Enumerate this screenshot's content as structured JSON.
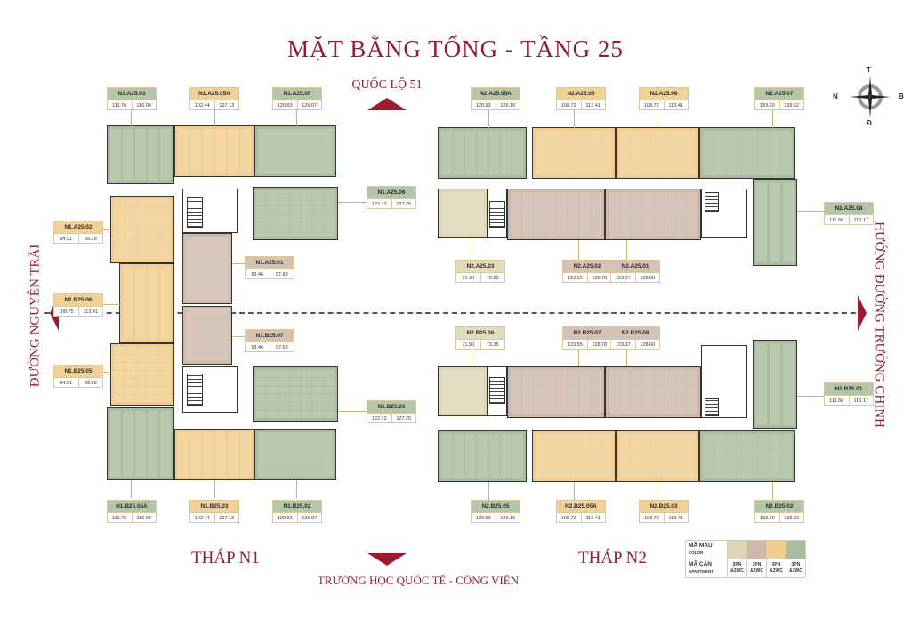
{
  "title": "MẶT BẰNG TỔNG - TẦNG 25",
  "roads": {
    "top": "QUỐC LỘ 51",
    "bottom": "TRƯỜNG HỌC QUỐC TẾ - CÔNG VIÊN",
    "left": "ĐƯỜNG NGUYỄN TRÃI",
    "right": "HƯỚNG ĐƯỜNG TRƯỜNG CHINH"
  },
  "towers": {
    "n1": "THÁP N1",
    "n2": "THÁP N2"
  },
  "compass": {
    "north": "T",
    "south": "Đ",
    "west": "N",
    "east": "B"
  },
  "colors": {
    "green": "#a9bd9e",
    "orange": "#f0cc8e",
    "brown": "#cdb8a9",
    "beige": "#ddd5b3",
    "accent": "#8e1f35"
  },
  "legend": {
    "color_label": "MÃ MÀU",
    "color_sub": "COLOR",
    "apt_label": "MÃ CĂN",
    "apt_sub": "APARTMENT",
    "types": [
      {
        "color": "beige",
        "label": "2PN &2WC"
      },
      {
        "color": "brown",
        "label": "3PN &2WC"
      },
      {
        "color": "orange",
        "label": "3PN &2WC"
      },
      {
        "color": "green",
        "label": "3PN &2WC"
      }
    ]
  },
  "units": [
    {
      "code": "N1.A25.03",
      "a": "111.76",
      "b": "116.04",
      "color": "green"
    },
    {
      "code": "N1.A25.05A",
      "a": "102.44",
      "b": "107.13",
      "color": "orange"
    },
    {
      "code": "N1.A25.05",
      "a": "120.93",
      "b": "126.07",
      "color": "green"
    },
    {
      "code": "N1.A25.06",
      "a": "122.12",
      "b": "127.25",
      "color": "green"
    },
    {
      "code": "N1.A25.02",
      "a": "94.91",
      "b": "99.29",
      "color": "orange"
    },
    {
      "code": "N1.A25.01",
      "a": "93.46",
      "b": "97.63",
      "color": "brown"
    },
    {
      "code": "N1.B25.06",
      "a": "108.75",
      "b": "113.41",
      "color": "orange"
    },
    {
      "code": "N1.B25.07",
      "a": "93.46",
      "b": "97.63",
      "color": "brown"
    },
    {
      "code": "N1.B25.05",
      "a": "94.91",
      "b": "99.29",
      "color": "orange"
    },
    {
      "code": "N1.B25.01",
      "a": "122.12",
      "b": "127.25",
      "color": "green"
    },
    {
      "code": "N1.B25.05A",
      "a": "111.76",
      "b": "116.04",
      "color": "green"
    },
    {
      "code": "N1.B25.03",
      "a": "102.44",
      "b": "107.13",
      "color": "orange"
    },
    {
      "code": "N1.B25.02",
      "a": "120.93",
      "b": "126.07",
      "color": "green"
    },
    {
      "code": "N2.A25.05A",
      "a": "120.93",
      "b": "126.10",
      "color": "green"
    },
    {
      "code": "N2.A25.05",
      "a": "108.72",
      "b": "113.41",
      "color": "orange"
    },
    {
      "code": "N2.A25.06",
      "a": "108.72",
      "b": "113.41",
      "color": "orange"
    },
    {
      "code": "N2.A25.07",
      "a": "133.60",
      "b": "139.52",
      "color": "green"
    },
    {
      "code": "N2.A25.08",
      "a": "111.66",
      "b": "116.17",
      "color": "green"
    },
    {
      "code": "N2.A25.03",
      "a": "71.90",
      "b": "73.25",
      "color": "beige"
    },
    {
      "code": "N2.A25.02",
      "a": "123.55",
      "b": "128.78",
      "color": "brown"
    },
    {
      "code": "N2.A25.01",
      "a": "123.37",
      "b": "128.60",
      "color": "brown"
    },
    {
      "code": "N2.B25.06",
      "a": "71.90",
      "b": "73.25",
      "color": "beige"
    },
    {
      "code": "N2.B25.07",
      "a": "123.55",
      "b": "128.78",
      "color": "brown"
    },
    {
      "code": "N2.B25.08",
      "a": "123.37",
      "b": "128.60",
      "color": "brown"
    },
    {
      "code": "N2.B25.01",
      "a": "111.66",
      "b": "116.17",
      "color": "green"
    },
    {
      "code": "N2.B25.05",
      "a": "120.93",
      "b": "126.10",
      "color": "green"
    },
    {
      "code": "N2.B25.05A",
      "a": "108.72",
      "b": "113.41",
      "color": "orange"
    },
    {
      "code": "N2.B25.03",
      "a": "108.72",
      "b": "113.41",
      "color": "orange"
    },
    {
      "code": "N2.B25.02",
      "a": "133.60",
      "b": "139.52",
      "color": "green"
    }
  ]
}
